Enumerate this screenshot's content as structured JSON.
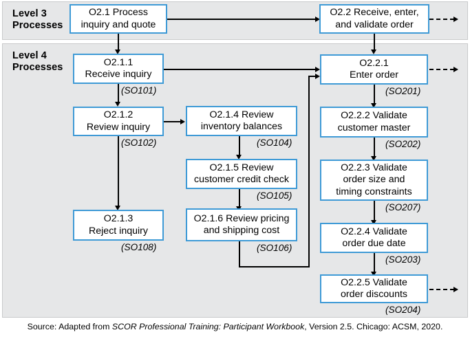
{
  "levels": [
    {
      "id": "level3",
      "label": "Level 3\nProcesses"
    },
    {
      "id": "level4",
      "label": "Level 4\nProcesses"
    }
  ],
  "nodes": [
    {
      "id": "o21",
      "label": "O2.1 Process\ninquiry and quote",
      "tag": ""
    },
    {
      "id": "o22",
      "label": "O2.2 Receive, enter,\nand validate order",
      "tag": ""
    },
    {
      "id": "o211",
      "label": "O2.1.1\nReceive inquiry",
      "tag": "(SO101)"
    },
    {
      "id": "o212",
      "label": "O2.1.2\nReview inquiry",
      "tag": "(SO102)"
    },
    {
      "id": "o213",
      "label": "O2.1.3\nReject inquiry",
      "tag": "(SO108)"
    },
    {
      "id": "o214",
      "label": "O2.1.4 Review\ninventory balances",
      "tag": "(SO104)"
    },
    {
      "id": "o215",
      "label": "O2.1.5 Review\ncustomer credit check",
      "tag": "(SO105)"
    },
    {
      "id": "o216",
      "label": "O2.1.6 Review pricing\nand shipping cost",
      "tag": "(SO106)"
    },
    {
      "id": "o221",
      "label": "O2.2.1\nEnter order",
      "tag": "(SO201)"
    },
    {
      "id": "o222",
      "label": "O2.2.2 Validate\ncustomer master",
      "tag": "(SO202)"
    },
    {
      "id": "o223",
      "label": "O2.2.3 Validate\norder size and\ntiming constraints",
      "tag": "(SO207)"
    },
    {
      "id": "o224",
      "label": "O2.2.4 Validate\norder due date",
      "tag": "(SO203)"
    },
    {
      "id": "o225",
      "label": "O2.2.5 Validate\norder discounts",
      "tag": "(SO204)"
    }
  ],
  "source": {
    "prefix": "Source: Adapted from ",
    "title": "SCOR Professional Training: Participant Workbook",
    "suffix": ", Version 2.5. Chicago: ACSM, 2020."
  },
  "colors": {
    "node_border": "#3e9ad6",
    "node_fill": "#ffffff",
    "panel_fill": "#e6e7e8",
    "panel_border": "#c9cacb",
    "connector": "#000000"
  }
}
